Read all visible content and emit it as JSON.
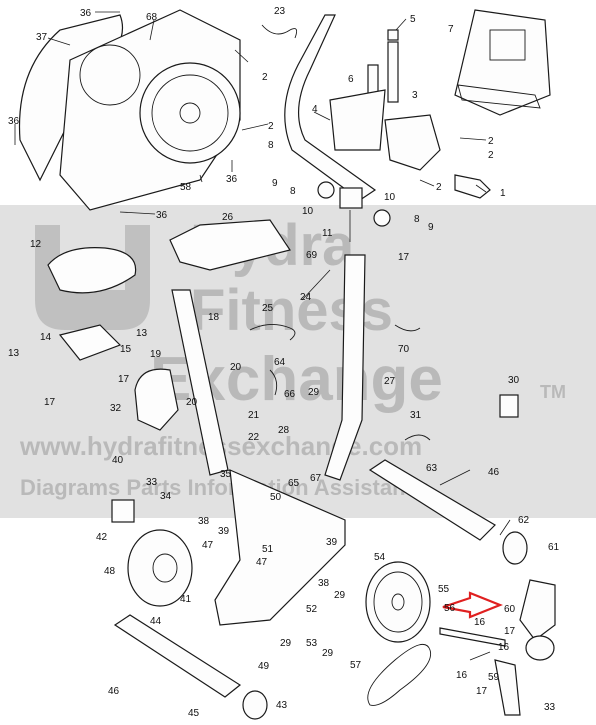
{
  "watermark": {
    "word1": "Hydra",
    "word2": "Fitness",
    "word3": "Exchange",
    "tm": "TM",
    "url": "www.hydrafitnessexchange.com",
    "tagline": "Diagrams  Parts  Information  Assistance"
  },
  "callouts": [
    {
      "id": "c1",
      "text": "1"
    },
    {
      "id": "c2a",
      "text": "2"
    },
    {
      "id": "c2b",
      "text": "2"
    },
    {
      "id": "c2c",
      "text": "2"
    },
    {
      "id": "c2d",
      "text": "2"
    },
    {
      "id": "c2e",
      "text": "2"
    },
    {
      "id": "c3",
      "text": "3"
    },
    {
      "id": "c4",
      "text": "4"
    },
    {
      "id": "c5",
      "text": "5"
    },
    {
      "id": "c6",
      "text": "6"
    },
    {
      "id": "c7",
      "text": "7"
    },
    {
      "id": "c8a",
      "text": "8"
    },
    {
      "id": "c8b",
      "text": "8"
    },
    {
      "id": "c8c",
      "text": "8"
    },
    {
      "id": "c9a",
      "text": "9"
    },
    {
      "id": "c9b",
      "text": "9"
    },
    {
      "id": "c10a",
      "text": "10"
    },
    {
      "id": "c10b",
      "text": "10"
    },
    {
      "id": "c11",
      "text": "11"
    },
    {
      "id": "c12",
      "text": "12"
    },
    {
      "id": "c13a",
      "text": "13"
    },
    {
      "id": "c13b",
      "text": "13"
    },
    {
      "id": "c14",
      "text": "14"
    },
    {
      "id": "c15",
      "text": "15"
    },
    {
      "id": "c16a",
      "text": "16"
    },
    {
      "id": "c16b",
      "text": "16"
    },
    {
      "id": "c16c",
      "text": "16"
    },
    {
      "id": "c17a",
      "text": "17"
    },
    {
      "id": "c17b",
      "text": "17"
    },
    {
      "id": "c17c",
      "text": "17"
    },
    {
      "id": "c17d",
      "text": "17"
    },
    {
      "id": "c17e",
      "text": "17"
    },
    {
      "id": "c18",
      "text": "18"
    },
    {
      "id": "c19",
      "text": "19"
    },
    {
      "id": "c20a",
      "text": "20"
    },
    {
      "id": "c20b",
      "text": "20"
    },
    {
      "id": "c21",
      "text": "21"
    },
    {
      "id": "c22",
      "text": "22"
    },
    {
      "id": "c23",
      "text": "23"
    },
    {
      "id": "c24",
      "text": "24"
    },
    {
      "id": "c25",
      "text": "25"
    },
    {
      "id": "c26",
      "text": "26"
    },
    {
      "id": "c27",
      "text": "27"
    },
    {
      "id": "c28",
      "text": "28"
    },
    {
      "id": "c29a",
      "text": "29"
    },
    {
      "id": "c29b",
      "text": "29"
    },
    {
      "id": "c29c",
      "text": "29"
    },
    {
      "id": "c29d",
      "text": "29"
    },
    {
      "id": "c30",
      "text": "30"
    },
    {
      "id": "c31",
      "text": "31"
    },
    {
      "id": "c32",
      "text": "32"
    },
    {
      "id": "c33a",
      "text": "33"
    },
    {
      "id": "c33b",
      "text": "33"
    },
    {
      "id": "c34",
      "text": "34"
    },
    {
      "id": "c35",
      "text": "35"
    },
    {
      "id": "c36a",
      "text": "36"
    },
    {
      "id": "c36b",
      "text": "36"
    },
    {
      "id": "c36c",
      "text": "36"
    },
    {
      "id": "c36d",
      "text": "36"
    },
    {
      "id": "c37",
      "text": "37"
    },
    {
      "id": "c38a",
      "text": "38"
    },
    {
      "id": "c38b",
      "text": "38"
    },
    {
      "id": "c39a",
      "text": "39"
    },
    {
      "id": "c39b",
      "text": "39"
    },
    {
      "id": "c40",
      "text": "40"
    },
    {
      "id": "c41",
      "text": "41"
    },
    {
      "id": "c42",
      "text": "42"
    },
    {
      "id": "c43",
      "text": "43"
    },
    {
      "id": "c44",
      "text": "44"
    },
    {
      "id": "c45",
      "text": "45"
    },
    {
      "id": "c46a",
      "text": "46"
    },
    {
      "id": "c46b",
      "text": "46"
    },
    {
      "id": "c47a",
      "text": "47"
    },
    {
      "id": "c47b",
      "text": "47"
    },
    {
      "id": "c48",
      "text": "48"
    },
    {
      "id": "c49",
      "text": "49"
    },
    {
      "id": "c50",
      "text": "50"
    },
    {
      "id": "c51",
      "text": "51"
    },
    {
      "id": "c52",
      "text": "52"
    },
    {
      "id": "c53",
      "text": "53"
    },
    {
      "id": "c54",
      "text": "54"
    },
    {
      "id": "c55",
      "text": "55"
    },
    {
      "id": "c56",
      "text": "56"
    },
    {
      "id": "c57",
      "text": "57"
    },
    {
      "id": "c58",
      "text": "58"
    },
    {
      "id": "c59",
      "text": "59"
    },
    {
      "id": "c60",
      "text": "60"
    },
    {
      "id": "c61",
      "text": "61"
    },
    {
      "id": "c62",
      "text": "62"
    },
    {
      "id": "c63",
      "text": "63"
    },
    {
      "id": "c64",
      "text": "64"
    },
    {
      "id": "c65",
      "text": "65"
    },
    {
      "id": "c66",
      "text": "66"
    },
    {
      "id": "c67",
      "text": "67"
    },
    {
      "id": "c68",
      "text": "68"
    },
    {
      "id": "c69",
      "text": "69"
    },
    {
      "id": "c70",
      "text": "70"
    }
  ],
  "colors": {
    "line": "#1a1a1a",
    "watermark": "#9a9a9a",
    "band": "#c9c9c9",
    "arrow": "#e02020"
  }
}
